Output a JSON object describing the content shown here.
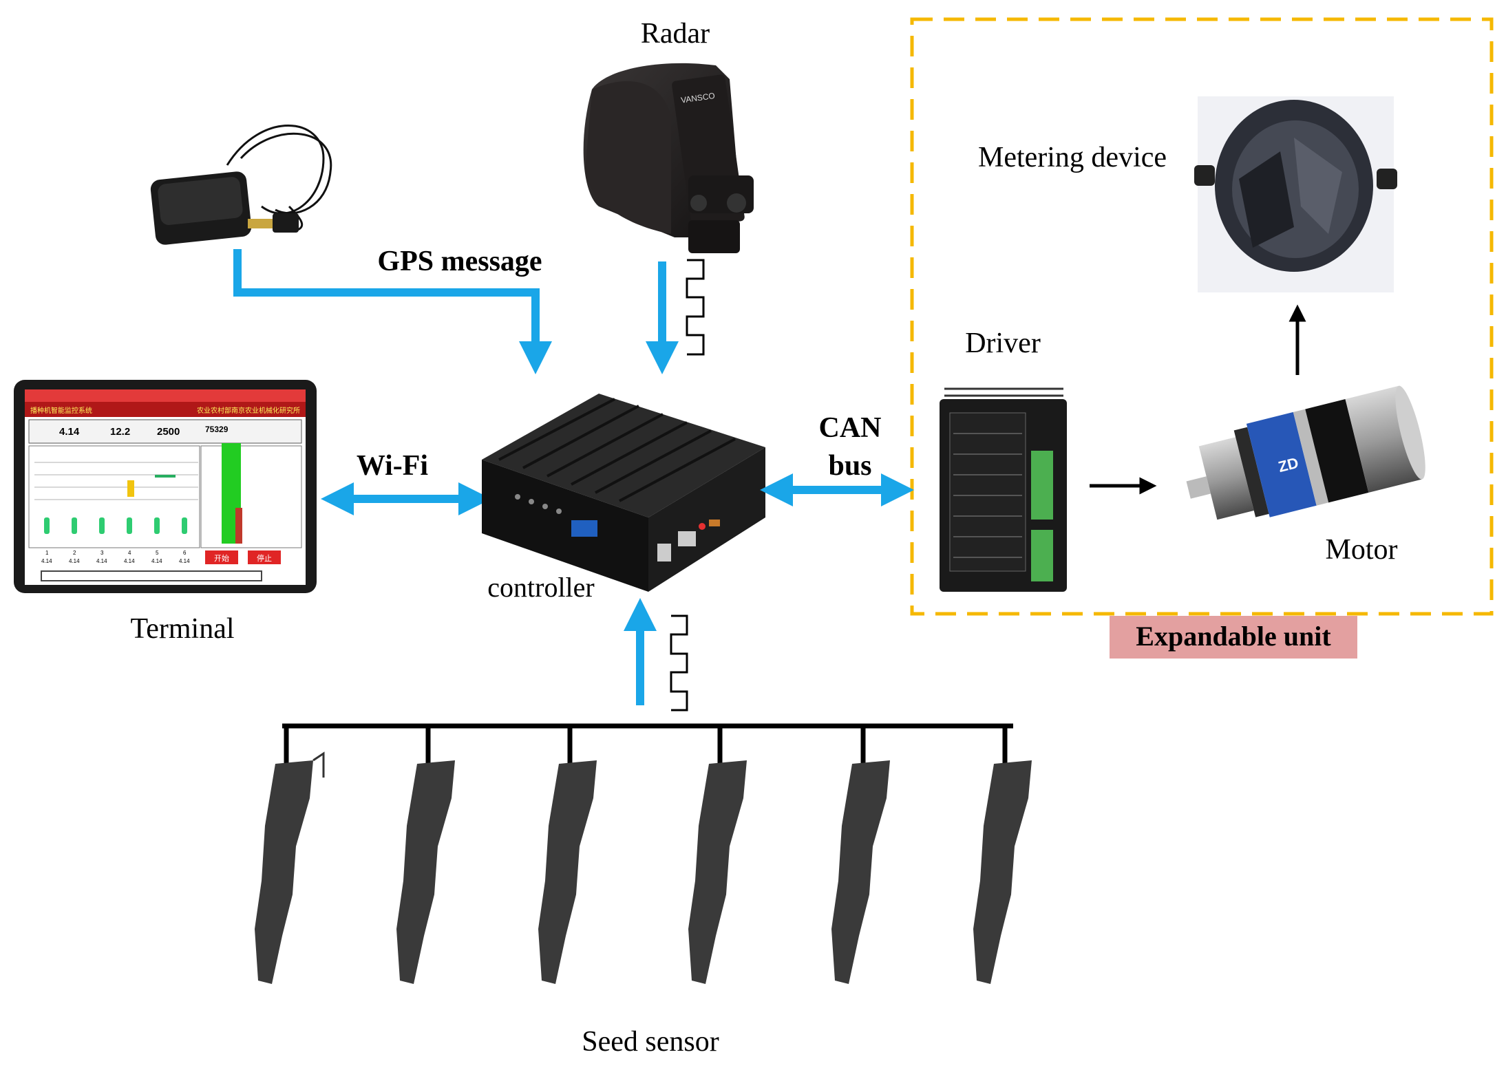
{
  "labels": {
    "radar": "Radar",
    "gps_message": "GPS message",
    "metering_device": "Metering device",
    "driver": "Driver",
    "can_bus_line1": "CAN",
    "can_bus_line2": "bus",
    "wifi": "Wi-Fi",
    "terminal": "Terminal",
    "controller": "controller",
    "motor": "Motor",
    "expandable_unit": "Expandable unit",
    "seed_sensor": "Seed sensor"
  },
  "terminal_screen": {
    "header_left": "播种机智能监控系统",
    "header_right": "农业农村部南京农业机械化研究所",
    "speed": "4.14",
    "value2": "12.2",
    "value3": "2500",
    "value4": "75329",
    "start_button": "开始",
    "stop_button": "停止",
    "row_numbers": [
      "1",
      "2",
      "3",
      "4",
      "5",
      "6"
    ],
    "row_values": [
      "4.14",
      "4.14",
      "4.14",
      "4.14",
      "4.14",
      "4.14"
    ]
  },
  "device_brand": {
    "radar": "VANSCO",
    "motor": "ZD"
  },
  "colors": {
    "signal_arrow": "#1aa6e8",
    "expandable_border": "#f5b800",
    "expandable_badge": "#e3a0a0",
    "device_dark": "#1e1e1e",
    "terminal_red": "#d32020",
    "driver_green": "#4caf50"
  }
}
